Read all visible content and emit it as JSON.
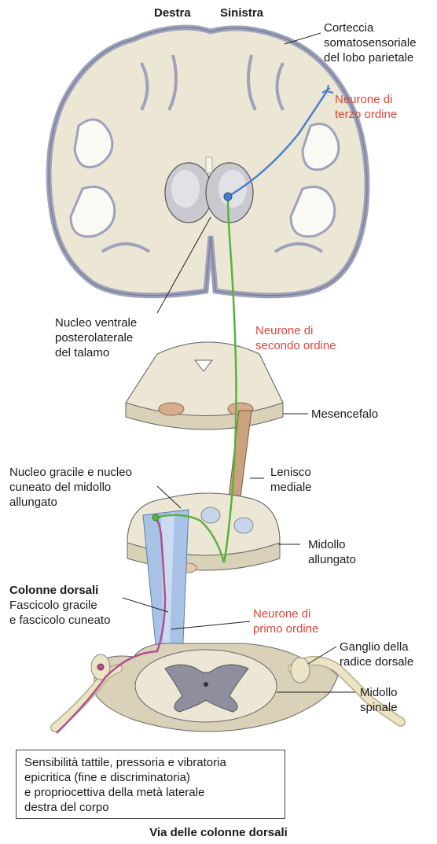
{
  "header": {
    "right_label": "Destra",
    "left_label": "Sinistra"
  },
  "labels": {
    "cortex": [
      "Corteccia",
      "somatosensoriale",
      "del lobo parietale"
    ],
    "third_order": [
      "Neurone di",
      "terzo ordine"
    ],
    "thalamus": [
      "Nucleo ventrale",
      "posterolaterale",
      "del talamo"
    ],
    "second_order": [
      "Neurone di",
      "secondo ordine"
    ],
    "midbrain": "Mesencefalo",
    "gracile_cuneate": [
      "Nucleo gracile e nucleo",
      "cuneato del midollo",
      "allungato"
    ],
    "lemniscus": [
      "Lenisco",
      "mediale"
    ],
    "medulla": [
      "Midollo",
      "allungato"
    ],
    "dorsal_columns_title": "Colonne dorsali",
    "dorsal_columns_sub": [
      "Fascicolo gracile",
      "e fascicolo cuneato"
    ],
    "first_order": [
      "Neurone di",
      "primo ordine"
    ],
    "dorsal_root_ganglion": [
      "Ganglio della",
      "radice dorsale"
    ],
    "spinal_cord": [
      "Midollo",
      "spinale"
    ]
  },
  "sensation_box": [
    "Sensibilità tattile, pressoria e vibratoria",
    "epicritica (fine e discriminatoria)",
    "e propriocettiva della metà laterale",
    "destra del corpo"
  ],
  "caption": "Via delle colonne dorsali",
  "colors": {
    "first_order": "#b0508f",
    "second_order": "#59b23c",
    "third_order": "#4a7fd0",
    "neuron_label": "#d8473a",
    "tissue": "#ece6d4",
    "cortex_border": "#8e93b0"
  }
}
